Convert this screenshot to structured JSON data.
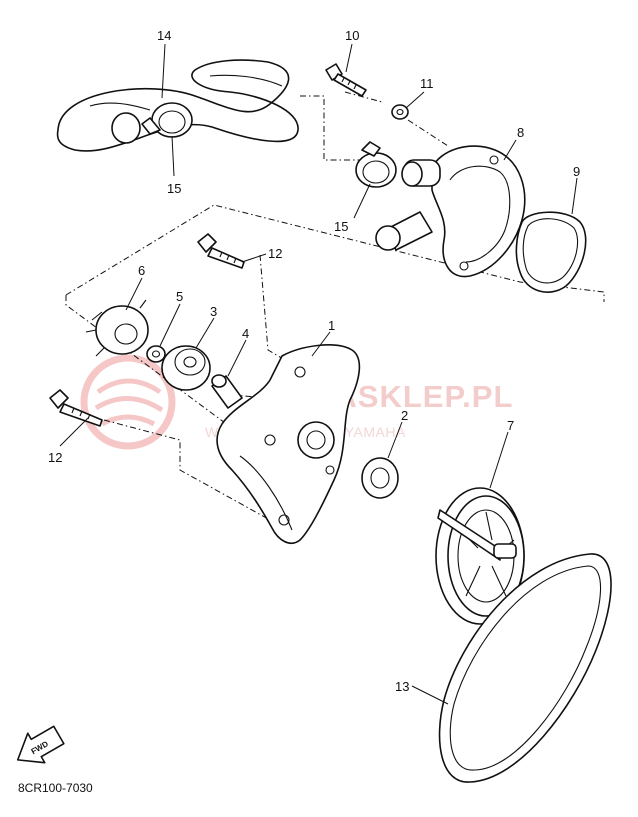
{
  "watermark": {
    "brand": "TARASKLEP.PL",
    "tagline": "WORLD ... DEALER YAMAHA"
  },
  "callouts": {
    "c1": "1",
    "c2": "2",
    "c3": "3",
    "c4": "4",
    "c5": "5",
    "c6": "6",
    "c7": "7",
    "c8": "8",
    "c9": "9",
    "c10": "10",
    "c11": "11",
    "c12a": "12",
    "c12b": "12",
    "c13": "13",
    "c14": "14",
    "c15a": "15",
    "c15b": "15"
  },
  "footer": {
    "diagram_code": "8CR100-7030",
    "direction_label": "FWD"
  }
}
